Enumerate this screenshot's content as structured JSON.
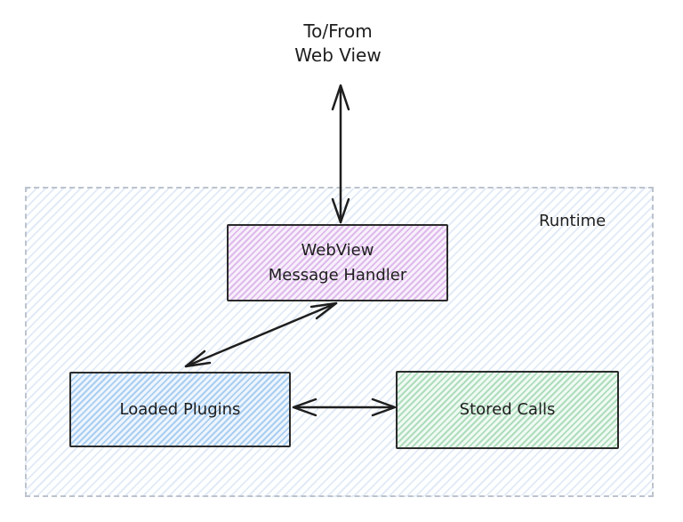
{
  "labels": {
    "external": "To/From\nWeb View",
    "runtime": "Runtime"
  },
  "nodes": {
    "handler": {
      "label": "WebView\nMessage Handler",
      "fill_hatch": "#debaec",
      "fill_bg": "#f8f0fb"
    },
    "plugins": {
      "label": "Loaded Plugins",
      "fill_hatch": "#a9cef1",
      "fill_bg": "#eef5fd"
    },
    "stored": {
      "label": "Stored Calls",
      "fill_hatch": "#aeddbd",
      "fill_bg": "#f0faf3"
    }
  },
  "edges": [
    {
      "from": "web-view",
      "to": "webview-message-handler",
      "direction": "bidirectional"
    },
    {
      "from": "webview-message-handler",
      "to": "loaded-plugins",
      "direction": "bidirectional"
    },
    {
      "from": "loaded-plugins",
      "to": "stored-calls",
      "direction": "bidirectional"
    }
  ],
  "colors": {
    "stroke": "#1e1e1e",
    "arrow": "#1e1e1e",
    "node_border": "#2b2b2b",
    "container_border": "#bcc3cd",
    "container_hatch": "#e2eaf7"
  }
}
